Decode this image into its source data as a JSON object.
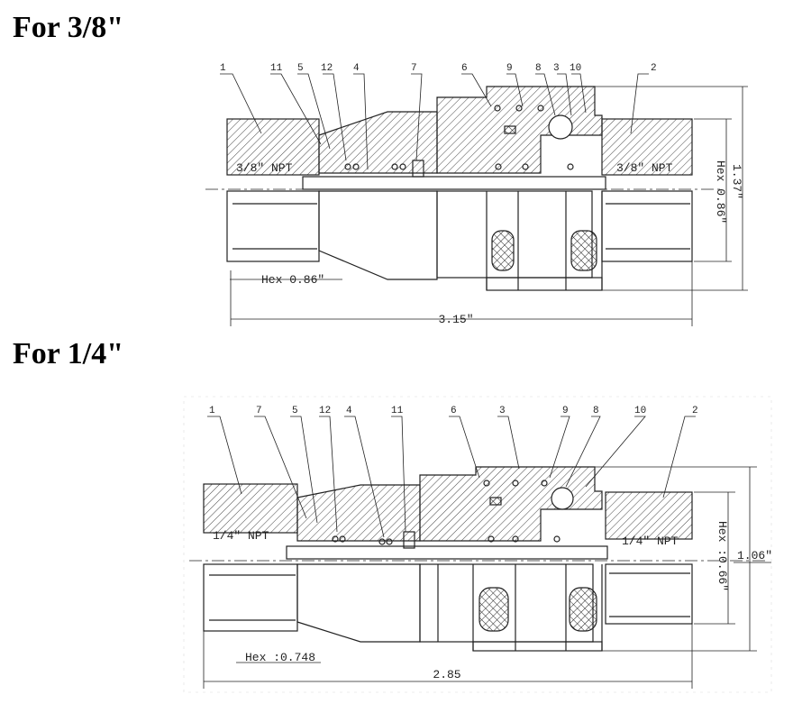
{
  "headings": {
    "top": "For 3/8\"",
    "bottom": "For 1/4\""
  },
  "drawing_3_8": {
    "part_numbers": [
      "1",
      "11",
      "5",
      "12",
      "4",
      "7",
      "6",
      "9",
      "8",
      "3",
      "10",
      "2"
    ],
    "thread_left": "3/8″ NPT",
    "thread_right": "3/8″ NPT",
    "hex_right": "Hex 0.86″",
    "hex_left": "Hex 0.86″",
    "height": "1.37″",
    "length": "3.15″"
  },
  "drawing_1_4": {
    "part_numbers": [
      "1",
      "7",
      "5",
      "12",
      "4",
      "11",
      "6",
      "3",
      "9",
      "8",
      "10",
      "2"
    ],
    "thread_left": "1/4″ NPT",
    "thread_right": "1/4″ NPT",
    "hex_right": "Hex :0.66″",
    "hex_left": "Hex :0.748",
    "height": "1.06″",
    "length": "2.85"
  },
  "colors": {
    "ink": "#222222",
    "background": "#ffffff"
  }
}
